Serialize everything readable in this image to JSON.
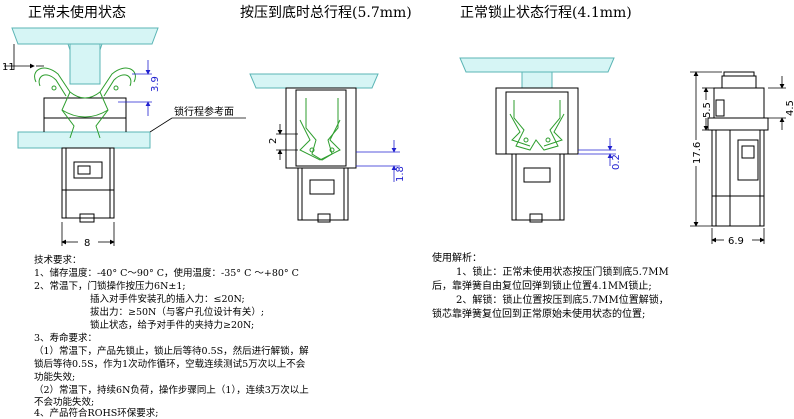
{
  "titles": {
    "unused": "正常未使用状态",
    "pressed": "按压到底时总行程(5.7mm)",
    "locked": "正常锁止状态行程(4.1mm)"
  },
  "dimensions": {
    "width_11": "11",
    "height_3_9": "3.9",
    "ref_plane": "锁行程参考面",
    "width_8": "8",
    "stroke_2": "2",
    "stroke_1_8": "1.8",
    "stroke_0_2": "0.2",
    "height_17_6": "17.6",
    "height_5_5": "5.5",
    "height_4_5": "4.5",
    "width_6_9": "6.9"
  },
  "specs": {
    "heading": "技术要求：",
    "line1": "1、储存温度：-40° C～90° C，使用温度：-35° C ～+80° C",
    "line2": "2、常温下，门锁操作按压力6N±1;",
    "line3": "插入对手件安装孔的插入力：≤20N;",
    "line4": "拔出力：≥50N（与客户孔位设计有关）;",
    "line5": "锁止状态，给予对手件的夹持力≥20N;",
    "line6": "3、寿命要求：",
    "line7": "（1）常温下，产品先锁止，锁止后等待0.5S，然后进行解锁，解",
    "line8": "锁后等待0.5S，作为1次动作循环，空载连续测试5万次以上不会",
    "line9": "功能失效;",
    "line10": "（2）常温下，持续6N负荷，操作步骤同上（1），连续3万次以上",
    "line11": "不会功能失效;",
    "line12": "4、产品符合ROHS环保要求;"
  },
  "usage": {
    "heading": "使用解析：",
    "line1": "1、锁止：正常未使用状态按压门锁到底5.7MM",
    "line2": "后，靠弹簧自由复位回弹到锁止位置4.1MM锁止;",
    "line3": "2、解锁：锁止位置按压到底5.7MM位置解锁，",
    "line4": "锁芯靠弹簧复位回到正常原始未使用状态的位置;"
  },
  "colors": {
    "cap_fill": "#d6f5f5",
    "cap_stroke": "#5bb5b5",
    "spring": "#2e9e2e",
    "dimension_blue": "#2020d0",
    "outline": "#000000"
  }
}
